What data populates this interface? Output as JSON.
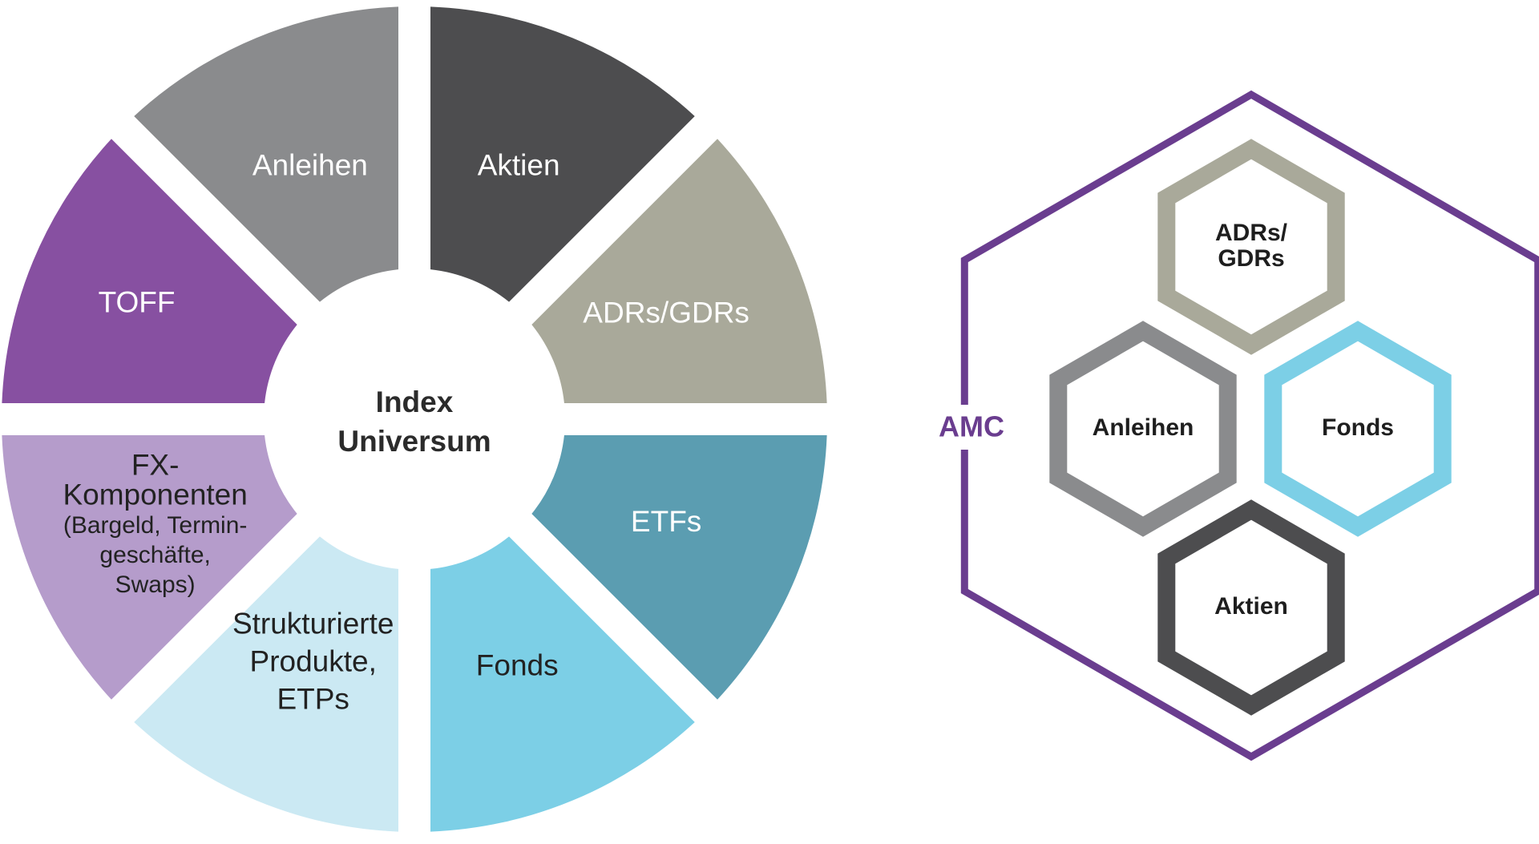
{
  "wheel": {
    "center": {
      "line1": "Index",
      "line2": "Universum"
    },
    "segments": [
      {
        "name": "segment-aktien",
        "lines": [
          "Aktien"
        ],
        "color": "#4d4d4f",
        "text_color": "#ffffff"
      },
      {
        "name": "segment-adrs-gdrs",
        "lines": [
          "ADRs/GDRs"
        ],
        "color": "#a9a99a",
        "text_color": "#ffffff"
      },
      {
        "name": "segment-etfs",
        "lines": [
          "ETFs"
        ],
        "color": "#5b9db1",
        "text_color": "#ffffff"
      },
      {
        "name": "segment-fonds",
        "lines": [
          "Fonds"
        ],
        "color": "#7ccfe6",
        "text_color": "#222222"
      },
      {
        "name": "segment-strukturierte-produkte",
        "lines": [
          "Strukturierte",
          "Produkte,",
          "ETPs"
        ],
        "color": "#cbe9f3",
        "text_color": "#222222"
      },
      {
        "name": "segment-fx-komponenten",
        "lines": [
          "FX-",
          "Komponenten",
          "(Bargeld, Termin-",
          "geschäfte,",
          "Swaps)"
        ],
        "color": "#b59ccb",
        "text_color": "#222222"
      },
      {
        "name": "segment-toff",
        "lines": [
          "TOFF"
        ],
        "color": "#8750a1",
        "text_color": "#ffffff"
      },
      {
        "name": "segment-anleihen",
        "lines": [
          "Anleihen"
        ],
        "color": "#8a8b8d",
        "text_color": "#ffffff"
      }
    ]
  },
  "amc": {
    "label": "AMC",
    "color": "#6a3d8f",
    "hexagons": [
      {
        "name": "hex-adrs-gdrs",
        "lines": [
          "ADRs/",
          "GDRs"
        ],
        "color": "#a9a99a"
      },
      {
        "name": "hex-anleihen",
        "lines": [
          "Anleihen"
        ],
        "color": "#8a8b8d"
      },
      {
        "name": "hex-fonds",
        "lines": [
          "Fonds"
        ],
        "color": "#7ccfe6"
      },
      {
        "name": "hex-aktien",
        "lines": [
          "Aktien"
        ],
        "color": "#4d4d4f"
      }
    ]
  }
}
